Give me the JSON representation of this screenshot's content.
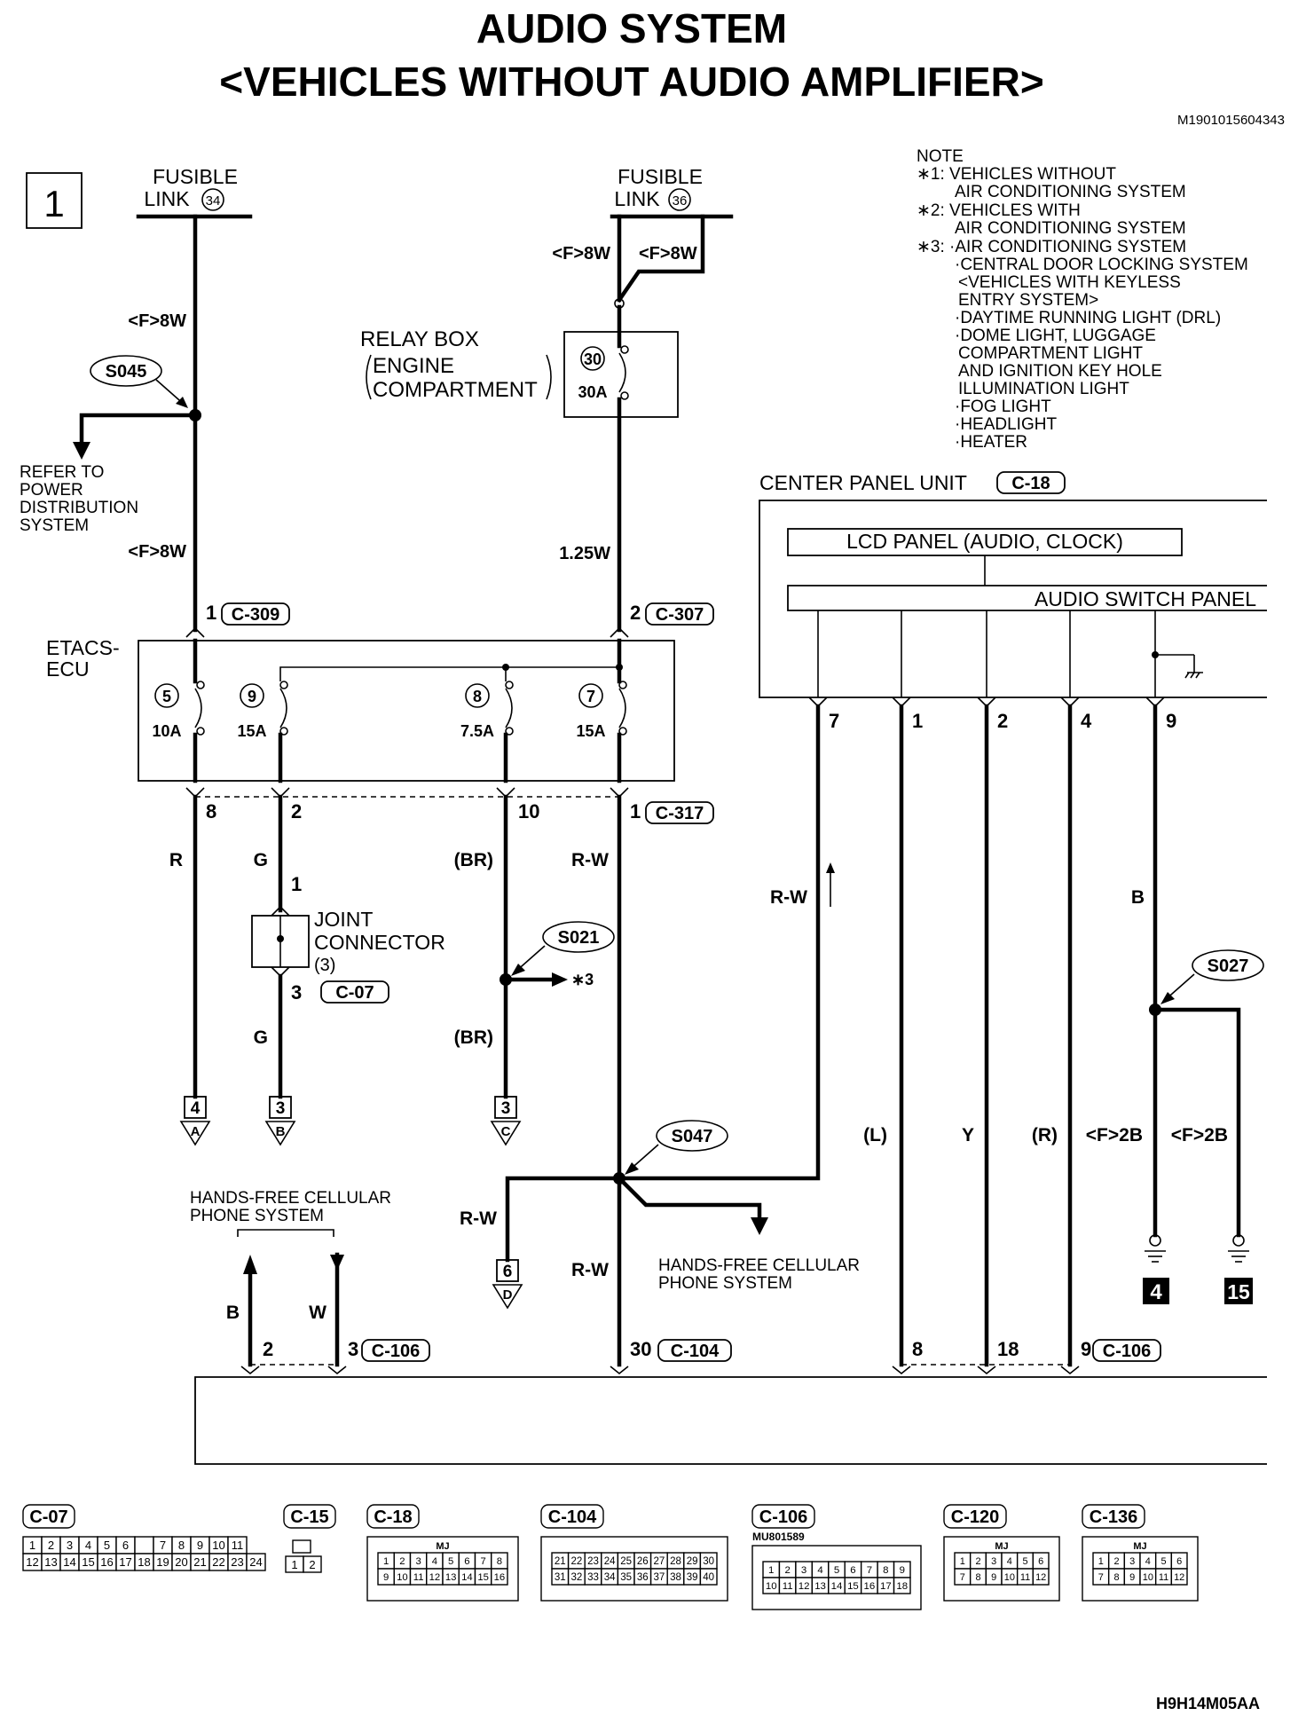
{
  "title": {
    "line1": "AUDIO SYSTEM",
    "line2": "<VEHICLES WITHOUT AUDIO AMPLIFIER>",
    "doc_id": "M1901015604343",
    "page_number": "1",
    "footer_code": "H9H14M05AA"
  },
  "note": {
    "heading": "NOTE",
    "lines": [
      "∗1: VEHICLES WITHOUT",
      "AIR CONDITIONING SYSTEM",
      "∗2: VEHICLES WITH",
      "AIR CONDITIONING SYSTEM",
      "∗3: ·AIR CONDITIONING SYSTEM",
      "·CENTRAL DOOR LOCKING SYSTEM",
      "<VEHICLES WITH KEYLESS",
      "ENTRY SYSTEM>",
      "·DAYTIME RUNNING LIGHT (DRL)",
      "·DOME LIGHT, LUGGAGE",
      "COMPARTMENT LIGHT",
      "AND IGNITION KEY HOLE",
      "ILLUMINATION LIGHT",
      "·FOG LIGHT",
      "·HEADLIGHT",
      "·HEATER"
    ]
  },
  "fusible_links": [
    {
      "line1": "FUSIBLE",
      "line2": "LINK",
      "number": "34"
    },
    {
      "line1": "FUSIBLE",
      "line2": "LINK",
      "number": "36"
    }
  ],
  "relay_box": {
    "line1": "RELAY BOX",
    "line2": "ENGINE",
    "line3": "COMPARTMENT",
    "fuse_no": "30",
    "fuse_amp": "30A"
  },
  "refer": {
    "lines": [
      "REFER TO",
      "POWER",
      "DISTRIBUTION",
      "SYSTEM"
    ]
  },
  "etacs": {
    "line1": "ETACS-",
    "line2": "ECU",
    "fuses": [
      {
        "no": "5",
        "amp": "10A"
      },
      {
        "no": "9",
        "amp": "15A"
      },
      {
        "no": "8",
        "amp": "7.5A"
      },
      {
        "no": "7",
        "amp": "15A"
      }
    ]
  },
  "center_panel": {
    "title": "CENTER PANEL UNIT",
    "connector": "C-18",
    "lcd": "LCD PANEL (AUDIO, CLOCK)",
    "switch_panel": "AUDIO SWITCH PANEL"
  },
  "joint_connector": {
    "line1": "JOINT",
    "line2": "CONNECTOR",
    "line3": "(3)",
    "connector": "C-07"
  },
  "hands_free": {
    "label1": "HANDS-FREE CELLULAR",
    "label2": "PHONE SYSTEM"
  },
  "splices": [
    "S045",
    "S021",
    "S047",
    "S027"
  ],
  "connectors": {
    "c309": "C-309",
    "c307": "C-307",
    "c317": "C-317",
    "c104": "C-104",
    "c106": "C-106",
    "c07": "C-07"
  },
  "pins": {
    "p1": "1",
    "p2": "2",
    "p3": "3",
    "p4": "4",
    "p7": "7",
    "p8": "8",
    "p9": "9",
    "p10": "10",
    "p18": "18",
    "p30": "30"
  },
  "wire_labels": {
    "f8w": "<F>8W",
    "w125": "1.25W",
    "r": "R",
    "g": "G",
    "br": "(BR)",
    "rw": "R-W",
    "b": "B",
    "w": "W",
    "l": "(L)",
    "y": "Y",
    "rr": "(R)",
    "f2b": "<F>2B",
    "star3": "∗3"
  },
  "offpage": [
    {
      "num": "4",
      "letter": "A"
    },
    {
      "num": "3",
      "letter": "B"
    },
    {
      "num": "3",
      "letter": "C"
    },
    {
      "num": "6",
      "letter": "D"
    }
  ],
  "grounds": [
    "4",
    "15"
  ],
  "connector_views": [
    {
      "name": "C-07",
      "row1": [
        "1",
        "2",
        "3",
        "4",
        "5",
        "6",
        "",
        "7",
        "8",
        "9",
        "10",
        "11"
      ],
      "row2": [
        "12",
        "13",
        "14",
        "15",
        "16",
        "17",
        "18",
        "19",
        "20",
        "21",
        "22",
        "23",
        "24"
      ]
    },
    {
      "name": "C-15",
      "row1": [],
      "row2": [
        "1",
        "2"
      ]
    },
    {
      "name": "C-18",
      "tag": "MJ",
      "row1": [
        "1",
        "2",
        "3",
        "4",
        "5",
        "6",
        "7",
        "8"
      ],
      "row2": [
        "9",
        "10",
        "11",
        "12",
        "13",
        "14",
        "15",
        "16"
      ]
    },
    {
      "name": "C-104",
      "row1": [
        "21",
        "22",
        "23",
        "24",
        "25",
        "26",
        "27",
        "28",
        "29",
        "30"
      ],
      "row2": [
        "31",
        "32",
        "33",
        "34",
        "35",
        "36",
        "37",
        "38",
        "39",
        "40"
      ]
    },
    {
      "name": "C-106",
      "sub": "MU801589",
      "row1": [
        "1",
        "2",
        "3",
        "4",
        "5",
        "6",
        "7",
        "8",
        "9"
      ],
      "row2": [
        "10",
        "11",
        "12",
        "13",
        "14",
        "15",
        "16",
        "17",
        "18"
      ]
    },
    {
      "name": "C-120",
      "tag": "MJ",
      "row1": [
        "1",
        "2",
        "3",
        "4",
        "5",
        "6"
      ],
      "row2": [
        "7",
        "8",
        "9",
        "10",
        "11",
        "12"
      ]
    },
    {
      "name": "C-136",
      "tag": "MJ",
      "row1": [
        "1",
        "2",
        "3",
        "4",
        "5",
        "6"
      ],
      "row2": [
        "7",
        "8",
        "9",
        "10",
        "11",
        "12"
      ]
    }
  ]
}
